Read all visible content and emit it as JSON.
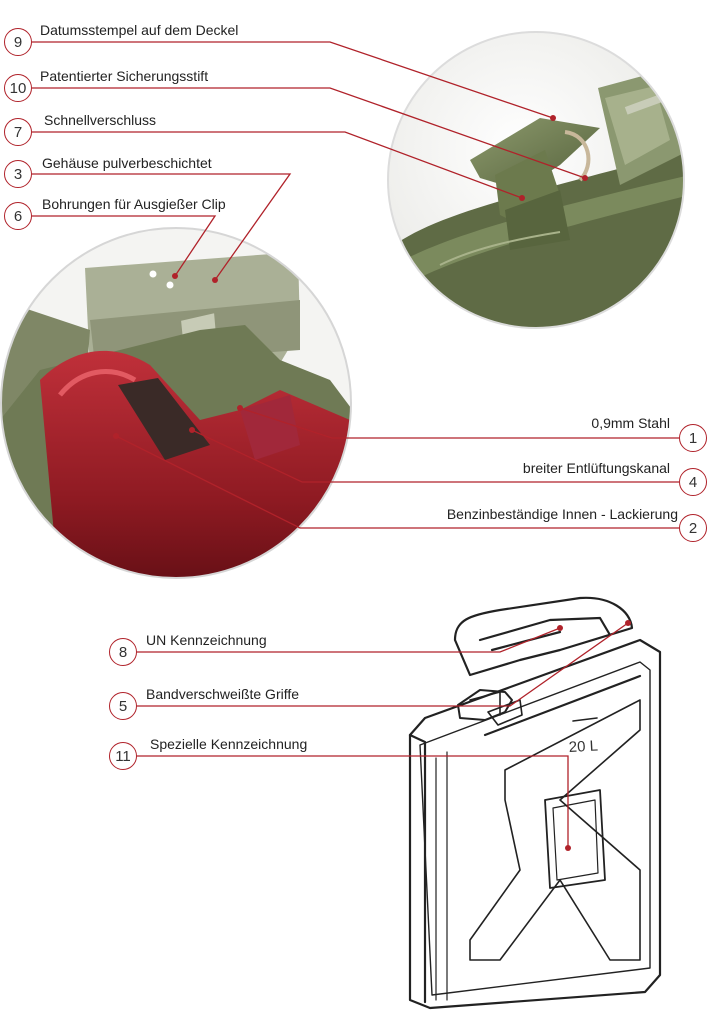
{
  "colors": {
    "accent": "#b0222a",
    "olive": "#7b8a5d",
    "red_interior": "#8e1a22"
  },
  "callouts": [
    {
      "num": "9",
      "text": "Datumsstempel auf dem Deckel"
    },
    {
      "num": "10",
      "text": "Patentierter Sicherungsstift"
    },
    {
      "num": "7",
      "text": "Schnellverschluss"
    },
    {
      "num": "3",
      "text": "Gehäuse pulverbeschichtet"
    },
    {
      "num": "6",
      "text": "Bohrungen für Ausgießer Clip"
    },
    {
      "num": "1",
      "text": "0,9mm Stahl"
    },
    {
      "num": "4",
      "text": "breiter Entlüftungskanal"
    },
    {
      "num": "2",
      "text": "Benzinbeständige  Innen - Lackierung"
    },
    {
      "num": "8",
      "text": "UN Kennzeichnung"
    },
    {
      "num": "5",
      "text": "Bandverschweißte Griffe"
    },
    {
      "num": "11",
      "text": "Spezielle Kennzeichnung"
    }
  ],
  "can_marking": "20 L",
  "icons": [
    "cap-closeup-photo",
    "seam-closeup-photo",
    "jerrycan-line-drawing"
  ]
}
